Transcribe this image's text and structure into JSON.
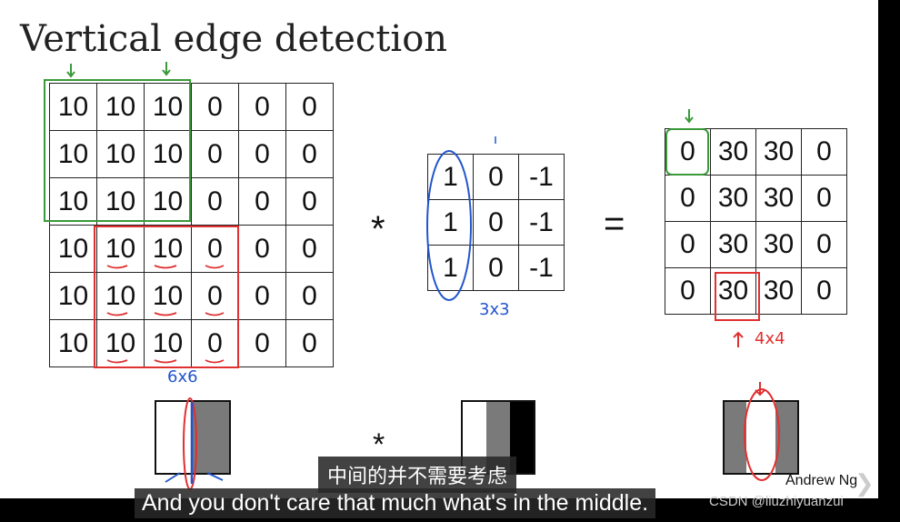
{
  "title": "Vertical edge detection",
  "input_matrix": [
    [
      "10",
      "10",
      "10",
      "0",
      "0",
      "0"
    ],
    [
      "10",
      "10",
      "10",
      "0",
      "0",
      "0"
    ],
    [
      "10",
      "10",
      "10",
      "0",
      "0",
      "0"
    ],
    [
      "10",
      "10",
      "10",
      "0",
      "0",
      "0"
    ],
    [
      "10",
      "10",
      "10",
      "0",
      "0",
      "0"
    ],
    [
      "10",
      "10",
      "10",
      "0",
      "0",
      "0"
    ]
  ],
  "filter_matrix": [
    [
      "1",
      "0",
      "-1"
    ],
    [
      "1",
      "0",
      "-1"
    ],
    [
      "1",
      "0",
      "-1"
    ]
  ],
  "output_matrix": [
    [
      "0",
      "30",
      "30",
      "0"
    ],
    [
      "0",
      "30",
      "30",
      "0"
    ],
    [
      "0",
      "30",
      "30",
      "0"
    ],
    [
      "0",
      "30",
      "30",
      "0"
    ]
  ],
  "operators": {
    "convolve": "*",
    "equals": "=",
    "convolve_visual": "*"
  },
  "annotations": {
    "input_size": "6x6",
    "filter_size": "3x3",
    "output_size": "4x4"
  },
  "visuals": {
    "input_bands": [
      "#ffffff",
      "#7a7a7a"
    ],
    "filter_bands": [
      "#ffffff",
      "#7a7a7a",
      "#000000"
    ],
    "output_bands": [
      "#7a7a7a",
      "#ffffff",
      "#7a7a7a"
    ]
  },
  "colors": {
    "green": "#3a9a3a",
    "red": "#e03030",
    "blue": "#2255cc"
  },
  "credit": "Andrew Ng",
  "subtitles": {
    "chinese": "中间的并不需要考虑",
    "english": "And you don't care that much what's in the middle."
  },
  "watermark": "CSDN @liuzhiyuanzui"
}
